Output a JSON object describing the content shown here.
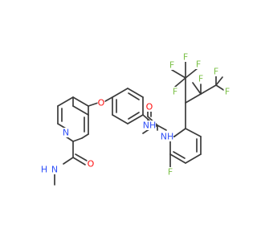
{
  "colors": {
    "background": "#ffffff",
    "bond": "#3b3b3b",
    "nitrogen": "#3050f8",
    "oxygen": "#ff0d0d",
    "fluorine": "#7dc14a"
  },
  "atoms": [
    {
      "id": "O_ether",
      "text": "O",
      "element": "oxygen"
    },
    {
      "id": "N_pyridine",
      "text": "N",
      "element": "nitrogen"
    },
    {
      "id": "O_amide",
      "text": "O",
      "element": "oxygen"
    },
    {
      "id": "NH_methylamide",
      "text": "N",
      "element": "nitrogen"
    },
    {
      "id": "H_methylamide",
      "text": "H",
      "element": "nitrogen"
    },
    {
      "id": "NH_urea_left",
      "text": "NH",
      "element": "nitrogen"
    },
    {
      "id": "O_urea",
      "text": "O",
      "element": "oxygen"
    },
    {
      "id": "NH_urea_right",
      "text": "NH",
      "element": "nitrogen"
    },
    {
      "id": "F_aryl",
      "text": "F",
      "element": "fluorine"
    },
    {
      "id": "F_1",
      "text": "F",
      "element": "fluorine"
    },
    {
      "id": "F_2",
      "text": "F",
      "element": "fluorine"
    },
    {
      "id": "F_3",
      "text": "F",
      "element": "fluorine"
    },
    {
      "id": "F_4",
      "text": "F",
      "element": "fluorine"
    },
    {
      "id": "F_5",
      "text": "F",
      "element": "fluorine"
    },
    {
      "id": "F_6",
      "text": "F",
      "element": "fluorine"
    },
    {
      "id": "F_7",
      "text": "F",
      "element": "fluorine"
    }
  ]
}
